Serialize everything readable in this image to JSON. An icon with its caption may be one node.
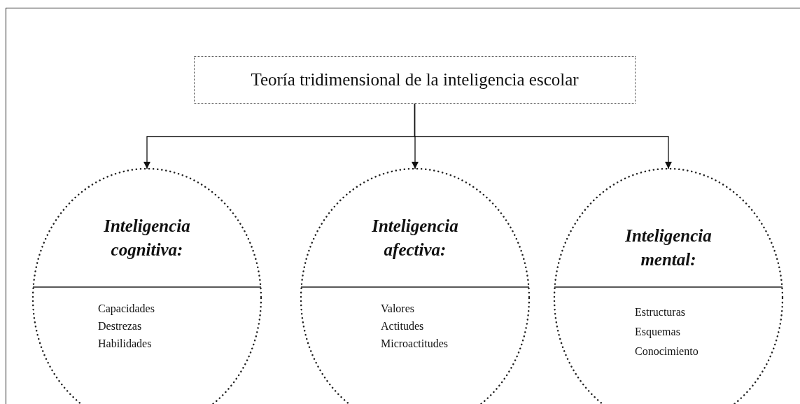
{
  "diagram": {
    "nodes": [
      {
        "text": [
          "Teoría tridimensional de la inteligencia escolar"
        ]
      },
      {
        "text": [
          "Inteligencia cognitiva:",
          "Capacidades",
          "Destrezas",
          "Habilidades"
        ]
      },
      {
        "text": [
          "Inteligencia afectiva:",
          "Valores",
          "Actitudes",
          "Microactitudes"
        ]
      },
      {
        "text": [
          "Inteligencia mental:",
          "Estructuras",
          "Esquemas",
          "Conocimiento"
        ]
      }
    ],
    "edges": [
      {
        "from": 0,
        "to": 1,
        "arrow": "to"
      },
      {
        "from": 0,
        "to": 2,
        "arrow": "to"
      },
      {
        "from": 0,
        "to": 3,
        "arrow": "to"
      }
    ]
  }
}
